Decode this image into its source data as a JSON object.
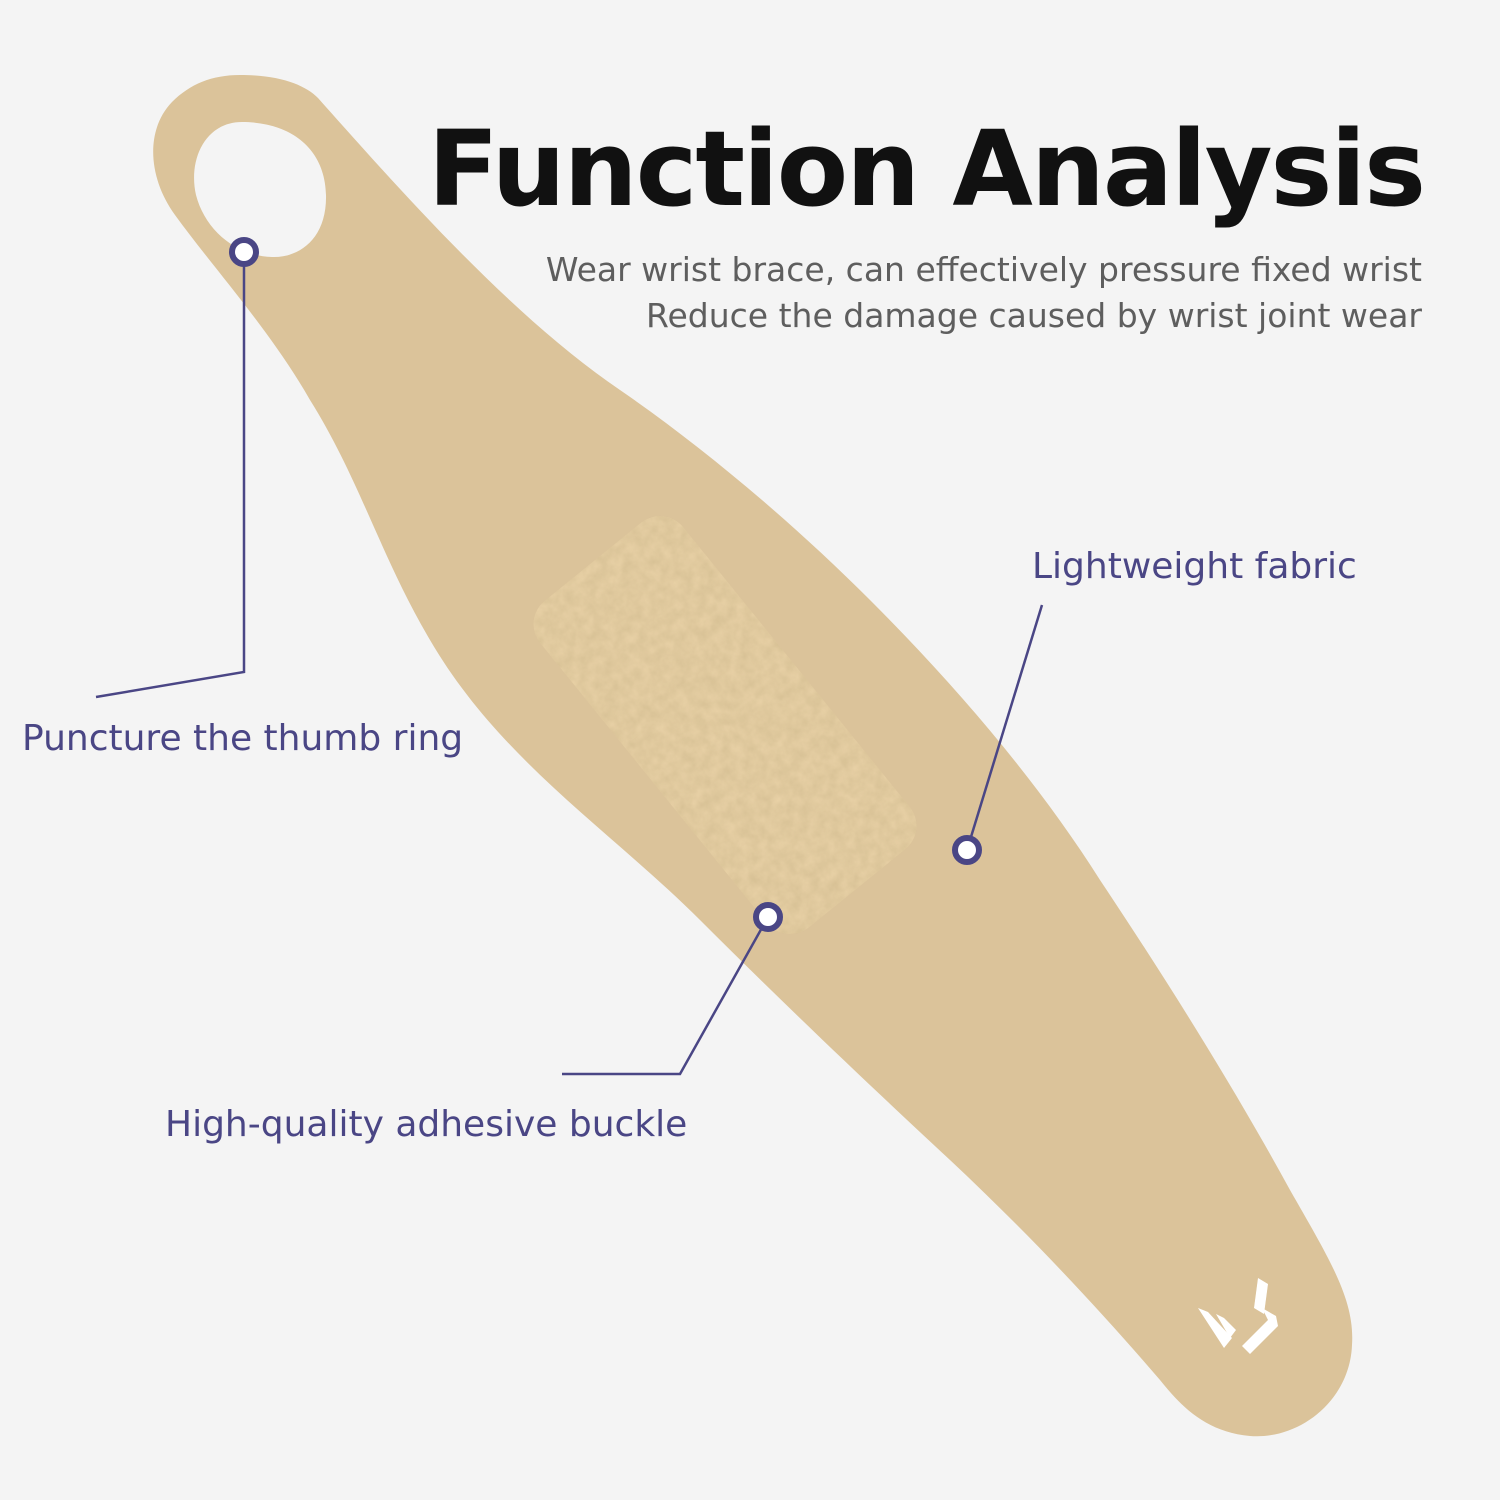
{
  "header": {
    "title": "Function Analysis",
    "subtitle_lines": [
      "Wear wrist brace, can effectively pressure fixed wrist",
      "Reduce the damage caused by wrist joint wear"
    ]
  },
  "callouts": {
    "thumb_ring": "Puncture the thumb ring",
    "fabric": "Lightweight fabric",
    "buckle": "High-quality adhesive buckle"
  },
  "colors": {
    "background": "#f4f4f4",
    "strap": "#dbc39a",
    "velcro": "#e9d2a7",
    "accent": "#4a4685",
    "title": "#111111",
    "subtitle": "#5e5e5e"
  },
  "icons": {
    "brand_logo": "chevron-logo-icon"
  }
}
